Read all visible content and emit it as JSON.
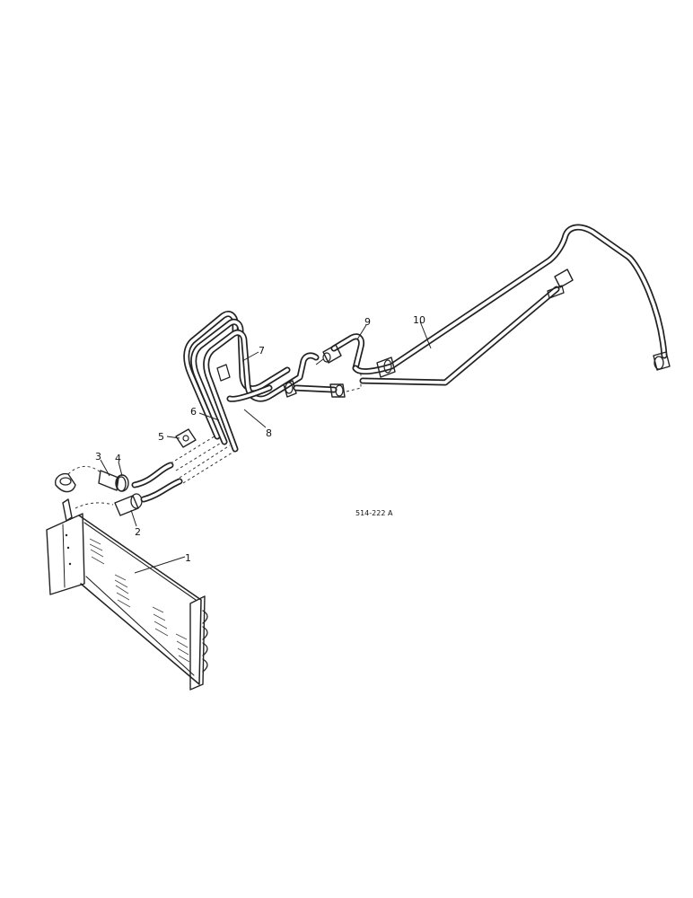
{
  "diagram": {
    "reference_code": "514-222 A",
    "callouts": [
      "1",
      "2",
      "3",
      "4",
      "5",
      "6",
      "7",
      "8",
      "9",
      "10"
    ]
  }
}
